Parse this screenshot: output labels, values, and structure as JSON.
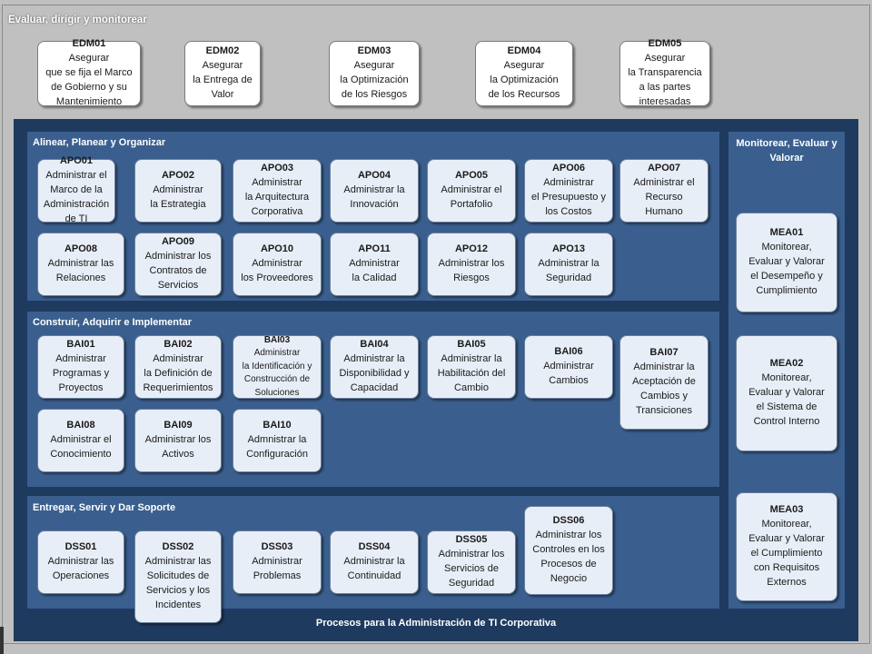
{
  "header": {
    "title": "Evaluar, dirigir y monitorear"
  },
  "footer": {
    "title": "Procesos para la Administración de TI Corporativa"
  },
  "lanes": [
    {
      "key": "apo",
      "title": "Alinear, Planear y Organizar"
    },
    {
      "key": "bai",
      "title": "Construir, Adquirir e Implementar"
    },
    {
      "key": "dss",
      "title": "Entregar, Servir y Dar Soporte"
    },
    {
      "key": "mea",
      "title": "Monitorear, Evaluar y Valorar"
    }
  ],
  "processes": [
    {
      "code": "EDM01",
      "lines": [
        "Asegurar",
        "que se fija el Marco",
        "de Gobierno y su",
        "Mantenimiento"
      ]
    },
    {
      "code": "EDM02",
      "lines": [
        "Asegurar",
        "la Entrega de",
        "Valor"
      ]
    },
    {
      "code": "EDM03",
      "lines": [
        "Asegurar",
        "la Optimización",
        "de los Riesgos"
      ]
    },
    {
      "code": "EDM04",
      "lines": [
        "Asegurar",
        "la Optimización",
        "de los Recursos"
      ]
    },
    {
      "code": "EDM05",
      "lines": [
        "Asegurar",
        "la Transparencia",
        "a las partes",
        "interesadas"
      ]
    },
    {
      "code": "APO01",
      "lines": [
        "Administrar el",
        "Marco de la",
        "Administración",
        "de TI"
      ]
    },
    {
      "code": "APO02",
      "lines": [
        "Administrar",
        "la Estrategia"
      ]
    },
    {
      "code": "APO03",
      "lines": [
        "Administrar",
        "la Arquitectura",
        "Corporativa"
      ]
    },
    {
      "code": "APO04",
      "lines": [
        "Administrar la",
        "Innovación"
      ]
    },
    {
      "code": "APO05",
      "lines": [
        "Administrar el",
        "Portafolio"
      ]
    },
    {
      "code": "APO06",
      "lines": [
        "Administrar",
        "el Presupuesto y",
        "los Costos"
      ]
    },
    {
      "code": "APO07",
      "lines": [
        "Administrar el",
        "Recurso",
        "Humano"
      ]
    },
    {
      "code": "APO08",
      "lines": [
        "Administrar las",
        "Relaciones"
      ]
    },
    {
      "code": "APO09",
      "lines": [
        "Administrar los",
        "Contratos de",
        "Servicios"
      ]
    },
    {
      "code": "APO10",
      "lines": [
        "Administrar",
        "los Proveedores"
      ]
    },
    {
      "code": "APO11",
      "lines": [
        "Administrar",
        "la Calidad"
      ]
    },
    {
      "code": "APO12",
      "lines": [
        "Administrar los",
        "Riesgos"
      ]
    },
    {
      "code": "APO13",
      "lines": [
        "Administrar la",
        "Seguridad"
      ]
    },
    {
      "code": "BAI01",
      "lines": [
        "Administrar",
        "Programas y",
        "Proyectos"
      ]
    },
    {
      "code": "BAI02",
      "lines": [
        "Administrar",
        "la Definición de",
        "Requerimientos"
      ]
    },
    {
      "code": "BAI03",
      "lines": [
        "Administrar",
        "la Identificación y",
        "Construcción de",
        "Soluciones"
      ]
    },
    {
      "code": "BAI04",
      "lines": [
        "Administrar la",
        "Disponibilidad y",
        "Capacidad"
      ]
    },
    {
      "code": "BAI05",
      "lines": [
        "Administrar la",
        "Habilitación del",
        "Cambio"
      ]
    },
    {
      "code": "BAI06",
      "lines": [
        "Administrar",
        "Cambios"
      ]
    },
    {
      "code": "BAI07",
      "lines": [
        "Administrar la",
        "Aceptación de",
        "Cambios y",
        "Transiciones"
      ]
    },
    {
      "code": "BAI08",
      "lines": [
        "Administrar el",
        "Conocimiento"
      ]
    },
    {
      "code": "BAI09",
      "lines": [
        "Administrar los",
        "Activos"
      ]
    },
    {
      "code": "BAI10",
      "lines": [
        "Admnistrar la",
        "Configuración"
      ]
    },
    {
      "code": "DSS01",
      "lines": [
        "Administrar las",
        "Operaciones"
      ]
    },
    {
      "code": "DSS02",
      "lines": [
        "Administrar las",
        "Solicitudes de",
        "Servicios y los",
        "Incidentes"
      ]
    },
    {
      "code": "DSS03",
      "lines": [
        "Administrar",
        "Problemas"
      ]
    },
    {
      "code": "DSS04",
      "lines": [
        "Administrar la",
        "Continuidad"
      ]
    },
    {
      "code": "DSS05",
      "lines": [
        "Administrar los",
        "Servicios de",
        "Seguridad"
      ]
    },
    {
      "code": "DSS06",
      "lines": [
        "Administrar los",
        "Controles en los",
        "Procesos de",
        "Negocio"
      ]
    },
    {
      "code": "MEA01",
      "lines": [
        "Monitorear,",
        "Evaluar y Valorar",
        "el Desempeño y",
        "Cumplimiento"
      ]
    },
    {
      "code": "MEA02",
      "lines": [
        "Monitorear,",
        "Evaluar y Valorar",
        "el Sistema de",
        "Control Interno"
      ]
    },
    {
      "code": "MEA03",
      "lines": [
        "Monitorear,",
        "Evaluar y Valorar",
        "el Cumplimiento",
        "con Requisitos",
        "Externos"
      ]
    }
  ]
}
